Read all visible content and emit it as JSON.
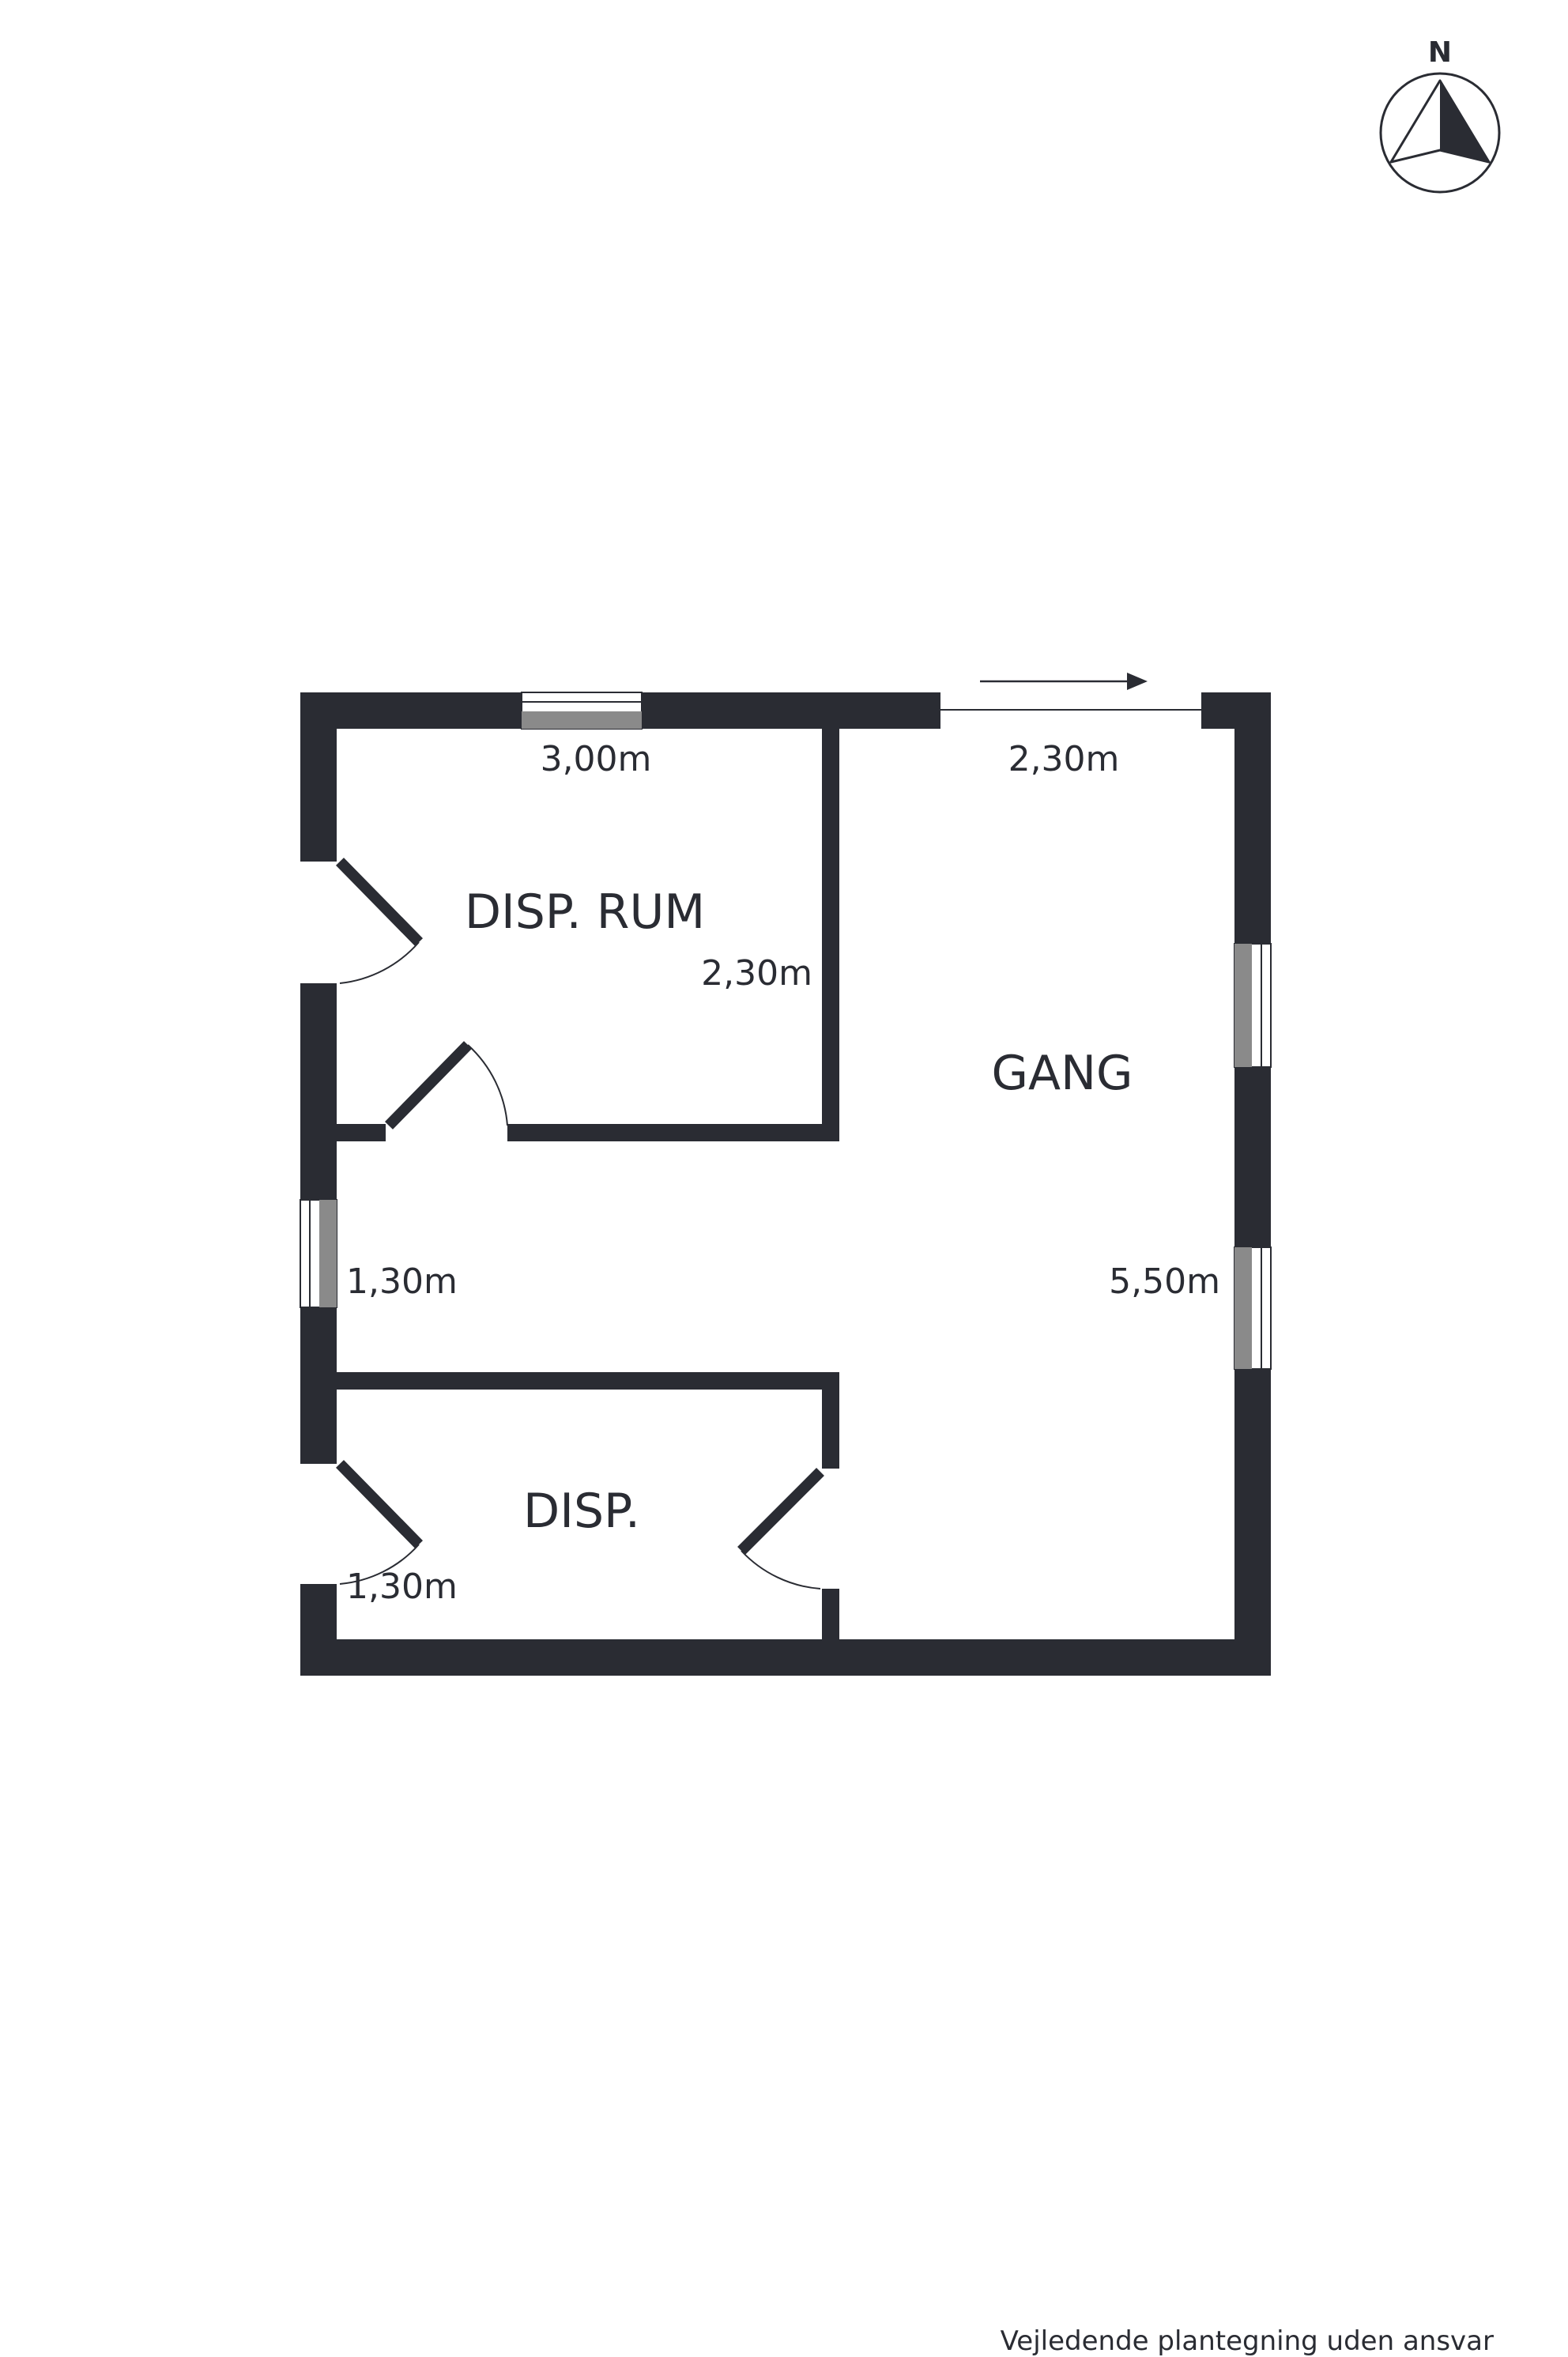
{
  "compass": {
    "north_label": "N",
    "icon": "north-arrow-icon"
  },
  "rooms": {
    "disp_rum": "DISP. RUM",
    "gang": "GANG",
    "disp": "DISP."
  },
  "dimensions": {
    "disp_rum_width": "3,00m",
    "disp_rum_depth": "2,30m",
    "gang_width": "2,30m",
    "gang_length": "5,50m",
    "corridor_width": "1,30m",
    "disp_depth": "1,30m"
  },
  "entrance": {
    "icon": "entrance-arrow-icon"
  },
  "disclaimer": "Vejledende plantegning uden ansvar",
  "colors": {
    "wall": "#2a2c33",
    "window_glass": "#8a8a8a",
    "background": "#ffffff"
  }
}
